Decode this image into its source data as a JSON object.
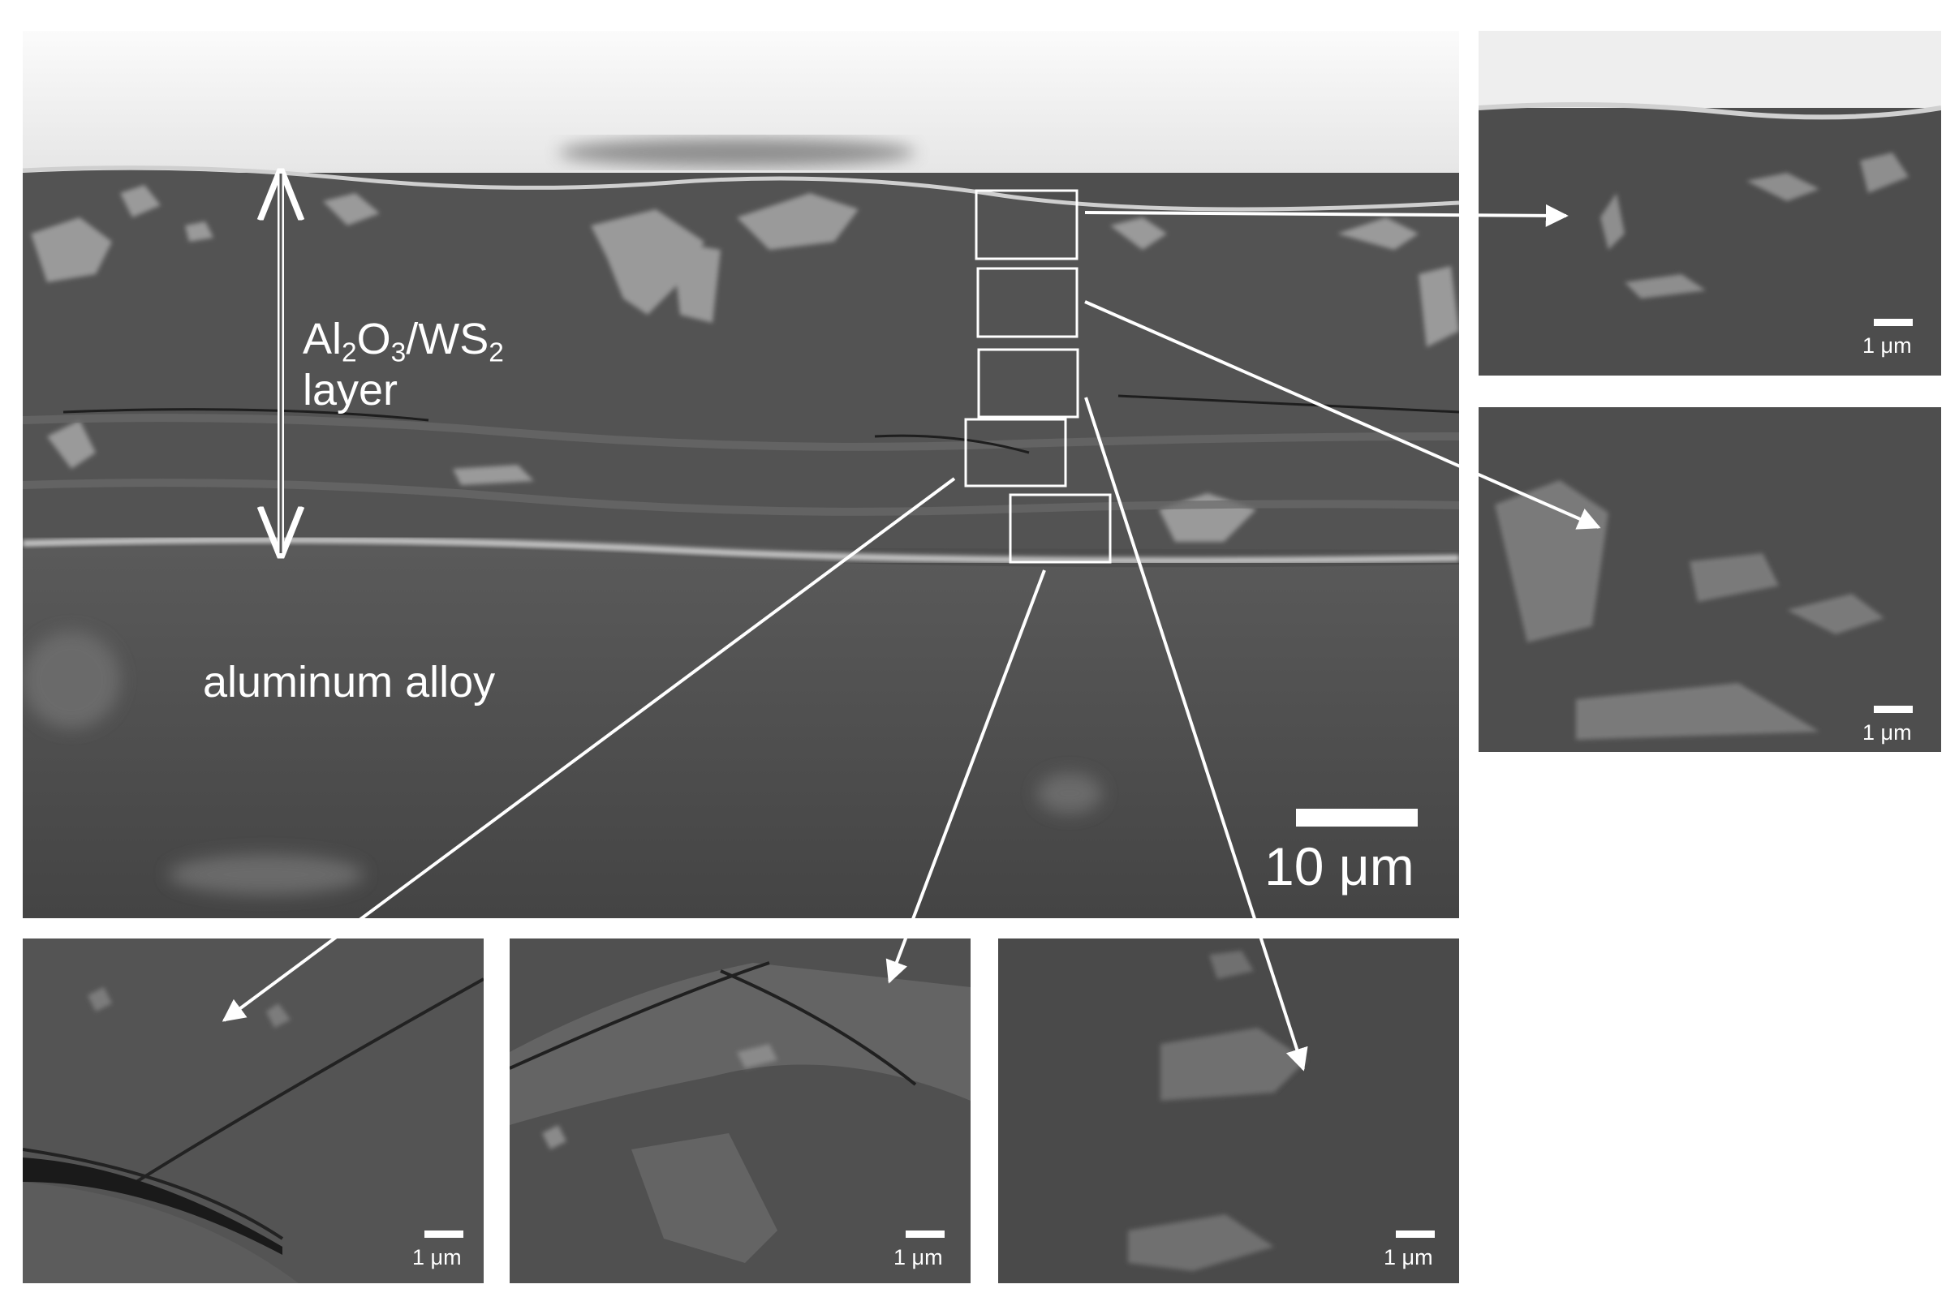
{
  "figure": {
    "layer_label": {
      "al": "Al",
      "s2": "2",
      "o": "O",
      "s3": "3",
      "sep": "/WS",
      "s4": "2",
      "line2": "layer"
    },
    "substrate_label": "aluminum alloy",
    "main_scale": "10 μm",
    "insets": [
      {
        "id": "inset-1",
        "scale": "1 μm"
      },
      {
        "id": "inset-2",
        "scale": "1 μm"
      },
      {
        "id": "inset-3",
        "scale": "1 μm"
      },
      {
        "id": "inset-4",
        "scale": "1 μm"
      },
      {
        "id": "inset-5",
        "scale": "1 μm"
      }
    ]
  },
  "colors": {
    "coating": "#505050",
    "substrate": "#484848",
    "sky": "#f4f4f4",
    "annotation": "#ffffff"
  }
}
